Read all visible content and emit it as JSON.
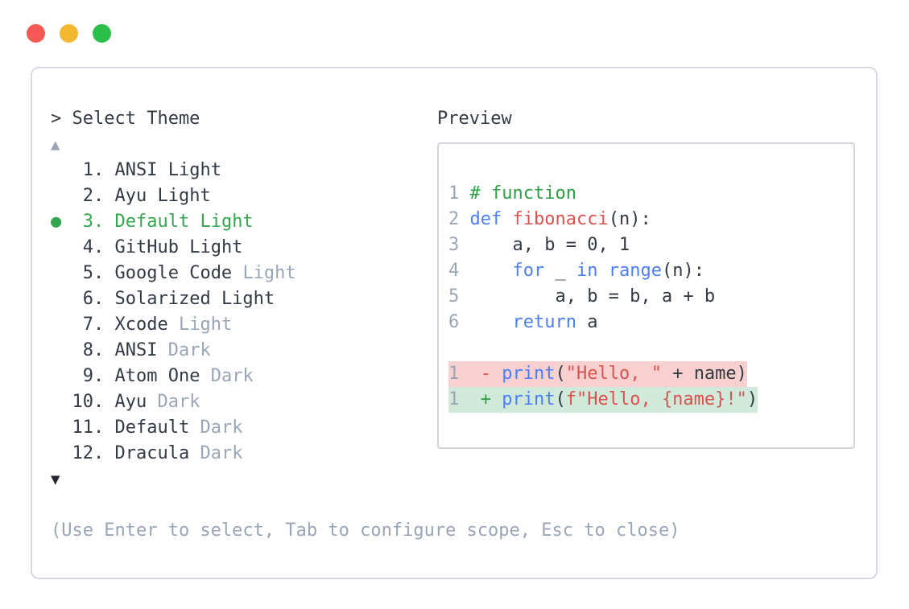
{
  "window": {
    "controls": [
      "close",
      "minimize",
      "maximize"
    ]
  },
  "prompt": {
    "text": "> Select Theme"
  },
  "scroll": {
    "up_symbol": "▲",
    "down_symbol": "▼"
  },
  "themes": {
    "selected_marker": "●",
    "items": [
      {
        "number": 1,
        "name": "ANSI",
        "variant": "Light",
        "variant_muted": false,
        "selected": false
      },
      {
        "number": 2,
        "name": "Ayu",
        "variant": "Light",
        "variant_muted": false,
        "selected": false
      },
      {
        "number": 3,
        "name": "Default",
        "variant": "Light",
        "variant_muted": false,
        "selected": true
      },
      {
        "number": 4,
        "name": "GitHub",
        "variant": "Light",
        "variant_muted": false,
        "selected": false
      },
      {
        "number": 5,
        "name": "Google Code",
        "variant": "Light",
        "variant_muted": true,
        "selected": false
      },
      {
        "number": 6,
        "name": "Solarized",
        "variant": "Light",
        "variant_muted": false,
        "selected": false
      },
      {
        "number": 7,
        "name": "Xcode",
        "variant": "Light",
        "variant_muted": true,
        "selected": false
      },
      {
        "number": 8,
        "name": "ANSI",
        "variant": "Dark",
        "variant_muted": true,
        "selected": false
      },
      {
        "number": 9,
        "name": "Atom One",
        "variant": "Dark",
        "variant_muted": true,
        "selected": false
      },
      {
        "number": 10,
        "name": "Ayu",
        "variant": "Dark",
        "variant_muted": true,
        "selected": false
      },
      {
        "number": 11,
        "name": "Default",
        "variant": "Dark",
        "variant_muted": true,
        "selected": false
      },
      {
        "number": 12,
        "name": "Dracula",
        "variant": "Dark",
        "variant_muted": true,
        "selected": false
      }
    ]
  },
  "preview": {
    "title": "Preview",
    "code_lines": [
      {
        "no": "1",
        "tokens": [
          [
            "comment",
            "# function"
          ]
        ]
      },
      {
        "no": "2",
        "tokens": [
          [
            "kw",
            "def"
          ],
          [
            "fg",
            " "
          ],
          [
            "fn",
            "fibonacci"
          ],
          [
            "fg",
            "(n):"
          ]
        ]
      },
      {
        "no": "3",
        "tokens": [
          [
            "fg",
            "    a, b = 0, 1"
          ]
        ]
      },
      {
        "no": "4",
        "tokens": [
          [
            "fg",
            "    "
          ],
          [
            "kw",
            "for"
          ],
          [
            "fg",
            " _ "
          ],
          [
            "kw",
            "in"
          ],
          [
            "fg",
            " "
          ],
          [
            "kw",
            "range"
          ],
          [
            "fg",
            "(n):"
          ]
        ]
      },
      {
        "no": "5",
        "tokens": [
          [
            "fg",
            "        a, b = b, a + b"
          ]
        ]
      },
      {
        "no": "6",
        "tokens": [
          [
            "fg",
            "    "
          ],
          [
            "kw",
            "return"
          ],
          [
            "fg",
            " a"
          ]
        ]
      },
      {
        "no": "",
        "tokens": []
      },
      {
        "no": "1",
        "diff": "removed",
        "tokens": [
          [
            "del",
            " - "
          ],
          [
            "kw",
            "print"
          ],
          [
            "fg",
            "("
          ],
          [
            "str",
            "\"Hello, \""
          ],
          [
            "fg",
            " + name)"
          ]
        ]
      },
      {
        "no": "1",
        "diff": "added",
        "tokens": [
          [
            "add",
            " + "
          ],
          [
            "kw",
            "print"
          ],
          [
            "fg",
            "("
          ],
          [
            "str",
            "f\"Hello, {name}!\""
          ],
          [
            "fg",
            ")"
          ]
        ]
      }
    ]
  },
  "hint": {
    "text": "(Use Enter to select, Tab to configure scope, Esc to close)"
  },
  "colors": {
    "dot_close": "#f45953",
    "dot_minimize": "#f3b72f",
    "dot_maximize": "#2cbf4a",
    "panel_border": "#d6dbe3",
    "box_border": "#d1d6de",
    "text": "#333a44",
    "muted": "#9aa5b5",
    "selected_green": "#35a550",
    "syntax_keyword": "#4d7ef2",
    "syntax_name": "#d9534f",
    "syntax_string": "#d9534f",
    "syntax_comment": "#2f9e44",
    "diff_removed_fg": "#d9534f",
    "diff_added_fg": "#2f9e44",
    "diff_removed_bg": "#f8d0cf",
    "diff_added_bg": "#d0e9da"
  }
}
